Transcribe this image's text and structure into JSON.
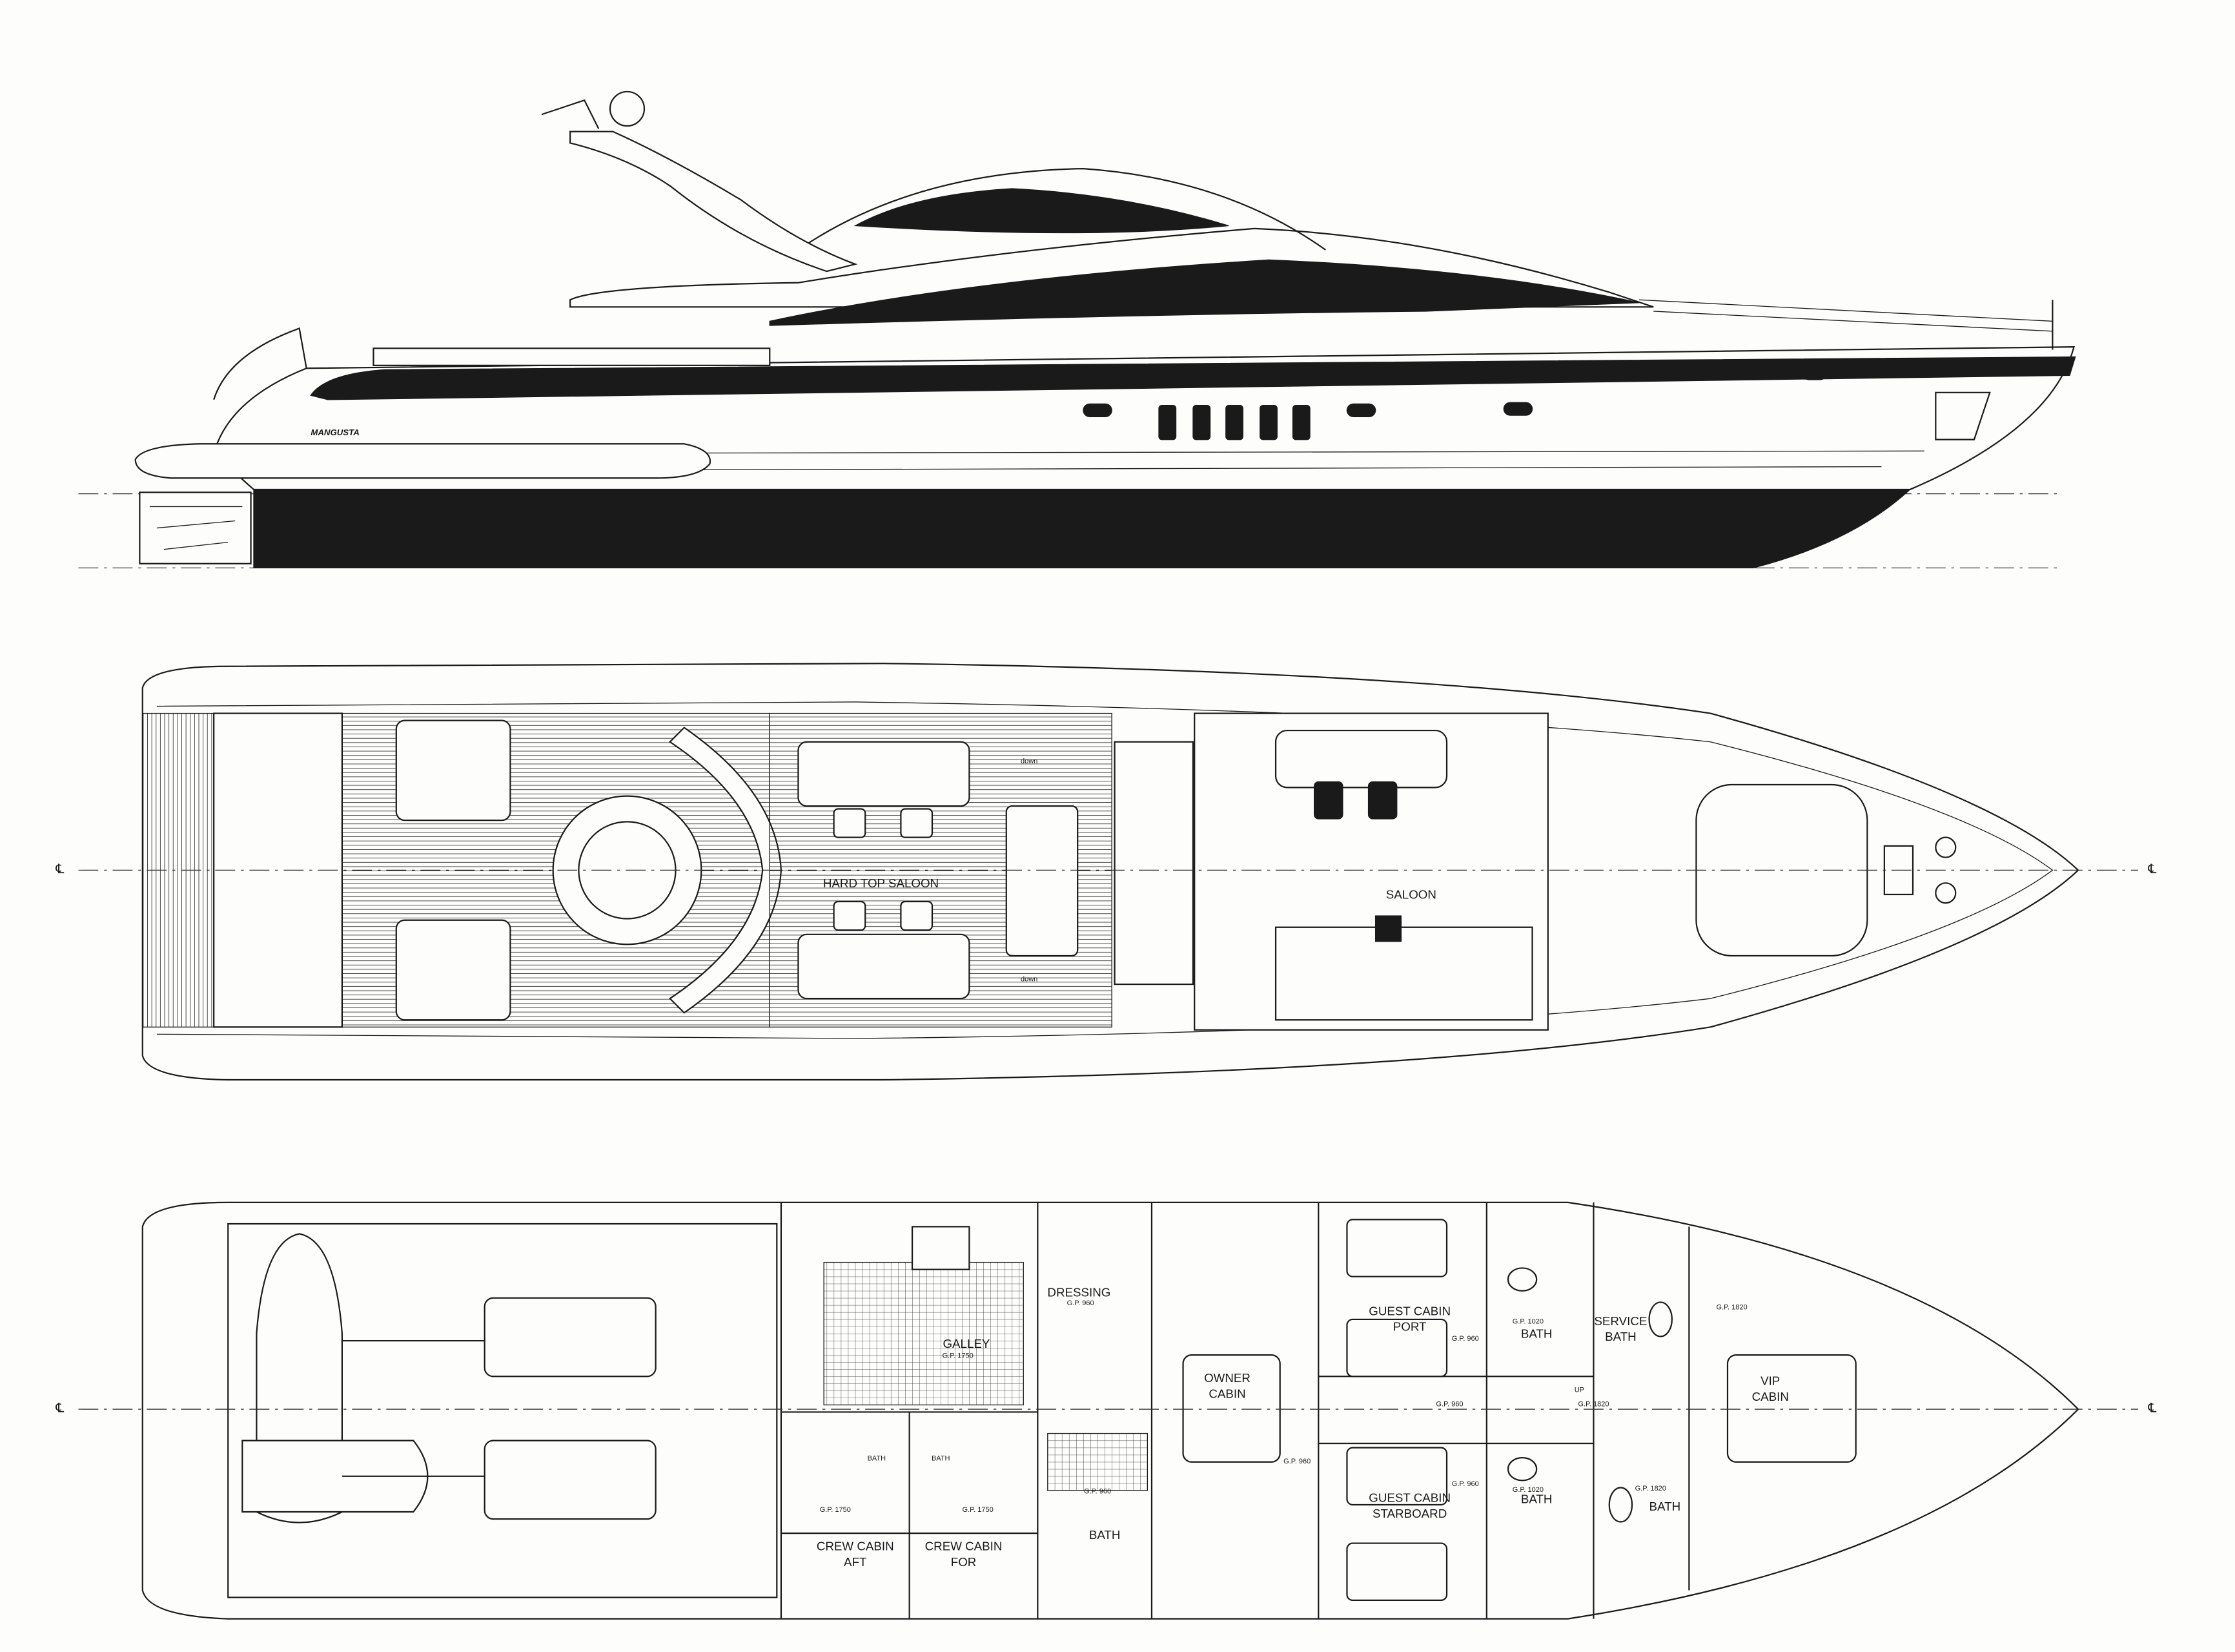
{
  "drawing": {
    "brand_logo": "MANGUSTA",
    "colors": {
      "ink": "#1a1a1a",
      "paper": "#fdfdfb"
    },
    "main_deck": {
      "labels": [
        "HARD TOP SALOON",
        "SALOON"
      ]
    },
    "lower_deck": {
      "labels": {
        "dressing": "DRESSING",
        "galley": "GALLEY",
        "owner_cabin_1": "OWNER",
        "owner_cabin_2": "CABIN",
        "guest_port_1": "GUEST CABIN",
        "guest_port_2": "PORT",
        "guest_stbd_1": "GUEST CABIN",
        "guest_stbd_2": "STARBOARD",
        "service_bath_1": "SERVICE",
        "service_bath_2": "BATH",
        "vip_1": "VIP",
        "vip_2": "CABIN",
        "crew_aft_1": "CREW CABIN",
        "crew_aft_2": "AFT",
        "crew_for_1": "CREW CABIN",
        "crew_for_2": "FOR",
        "bath": "BATH"
      },
      "gp_values": {
        "gp_960": "G.P. 960",
        "gp_1750": "G.P. 1750",
        "gp_1020": "G.P. 1020",
        "gp_1820": "G.P. 1820"
      },
      "arrows": {
        "up": "UP"
      }
    },
    "arrows": {
      "down": "down"
    }
  }
}
